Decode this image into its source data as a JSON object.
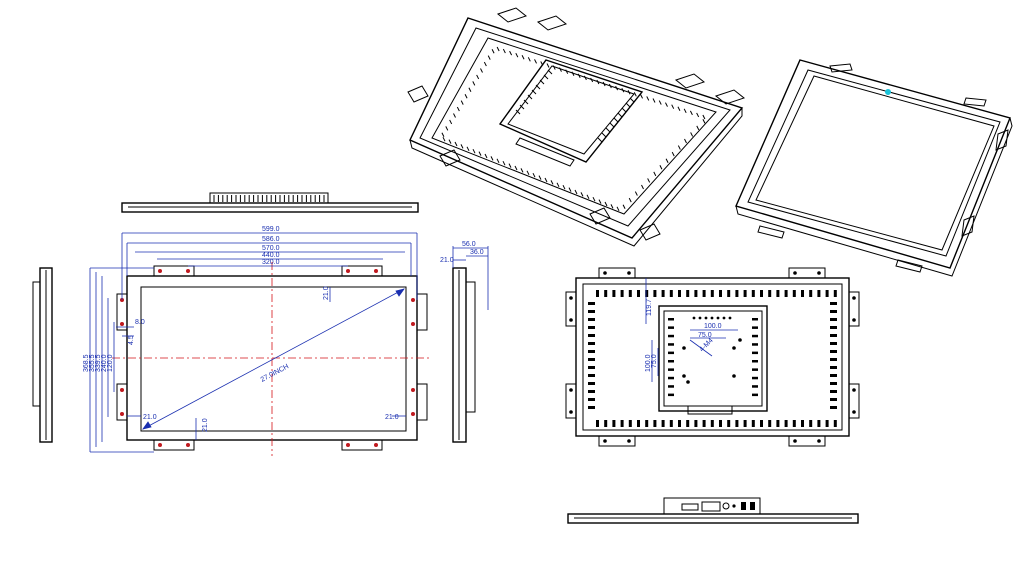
{
  "colors": {
    "line": "#000000",
    "dimension": "#1a2fb0",
    "centerline": "#d4141a",
    "hole": "#c0191f",
    "indicator_led": "#19c3d9"
  },
  "front_view": {
    "width_dims": [
      "599.0",
      "586.0",
      "570.0",
      "440.0",
      "320.0"
    ],
    "height_dims": [
      "368.5",
      "355.5",
      "339.5",
      "240.0",
      "120.0"
    ],
    "small_dims": [
      "8.0",
      "4.5",
      "21.0",
      "21.0",
      "21.0",
      "21.0"
    ],
    "diagonal_label": "27.0INCH"
  },
  "side_view": {
    "dims": [
      "56.0",
      "36.0",
      "21.0"
    ]
  },
  "rear_view": {
    "dims": [
      "119.7",
      "100.0",
      "75.0",
      "100.0",
      "75.0"
    ],
    "screw_label": "4-M4"
  }
}
